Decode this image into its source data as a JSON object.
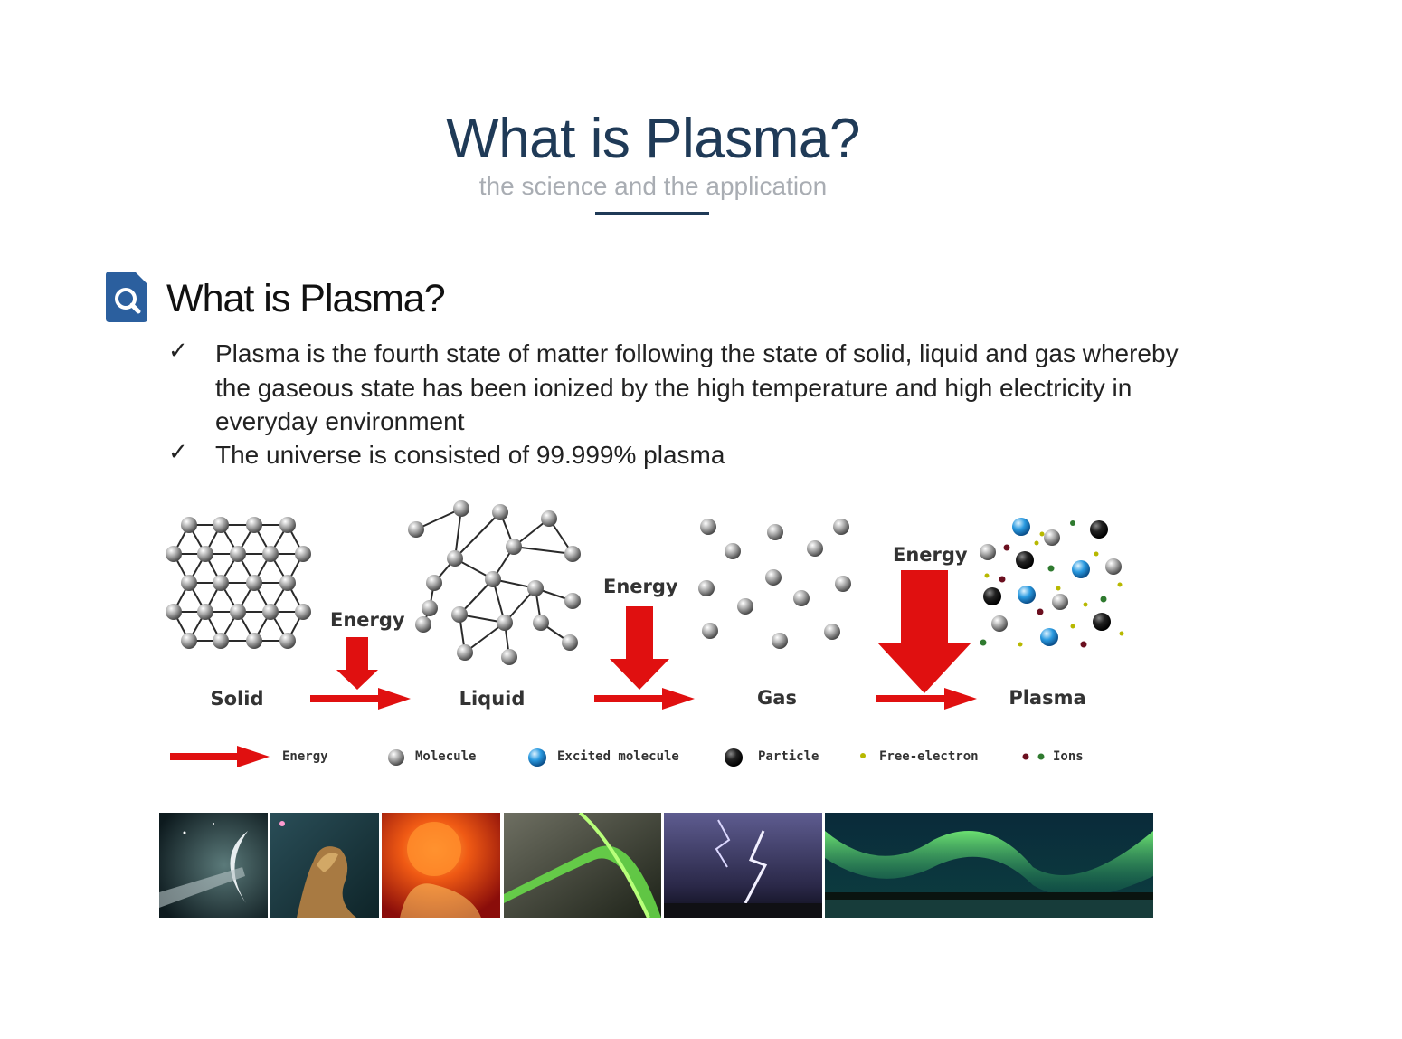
{
  "header": {
    "title": "What is Plasma?",
    "subtitle": "the science and the application"
  },
  "section": {
    "icon": "search-document-icon",
    "title": "What is Plasma?",
    "bullets": [
      "Plasma is the fourth state of matter following the state of solid, liquid and gas whereby the gaseous state has been ionized by the high temperature and high electricity in everyday environment",
      "The universe is consisted of 99.999% plasma"
    ]
  },
  "diagram": {
    "states": [
      "Solid",
      "Liquid",
      "Gas",
      "Plasma"
    ],
    "energy_label": "Energy",
    "legend": [
      "Energy",
      "Molecule",
      "Excited molecule",
      "Particle",
      "Free-electron",
      "Ions"
    ]
  },
  "colors": {
    "title": "#1f3a57",
    "subtitle": "#a9adb3",
    "accent_blue": "#2b5f9e",
    "arrow_red": "#e01010"
  },
  "photos": [
    "comet-tail",
    "nebula-pillar",
    "solar-flare",
    "aurora-from-orbit",
    "lightning-storm",
    "northern-lights"
  ]
}
